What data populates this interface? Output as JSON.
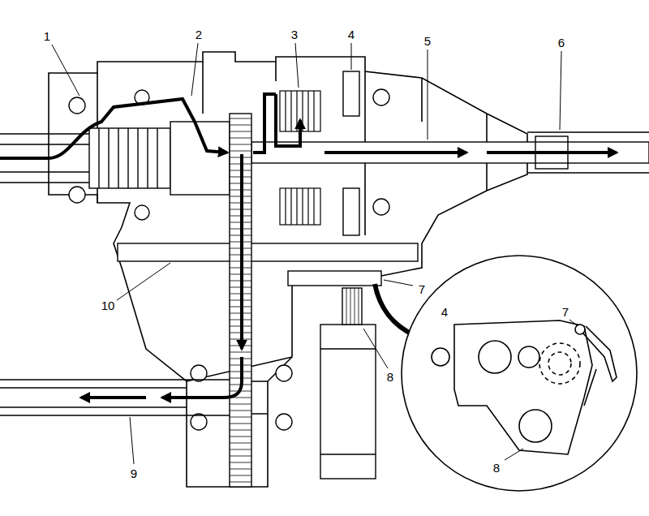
{
  "diagram": {
    "labels": [
      "1",
      "2",
      "3",
      "4",
      "5",
      "6",
      "7",
      "10",
      "4",
      "7",
      "8",
      "8",
      "9"
    ]
  }
}
